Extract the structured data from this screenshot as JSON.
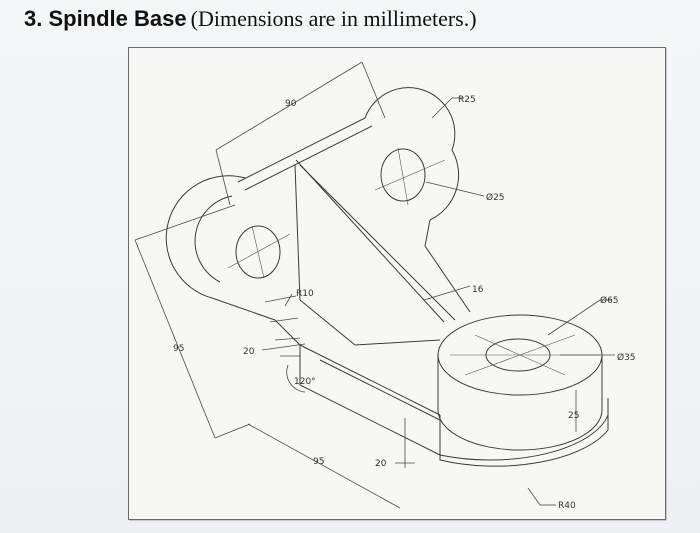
{
  "heading": {
    "title": "3. Spindle Base",
    "note": "(Dimensions are in millimeters.)"
  },
  "dimensions": {
    "d90": "90",
    "r25": "R25",
    "dia25": "Ø25",
    "r10": "R10",
    "d16": "16",
    "dia65": "Ø65",
    "d95_left": "95",
    "d20_left": "20",
    "angle120": "120°",
    "dia35": "Ø35",
    "d25": "25",
    "d95_bottom": "95",
    "d20_bottom": "20",
    "r40": "R40"
  }
}
